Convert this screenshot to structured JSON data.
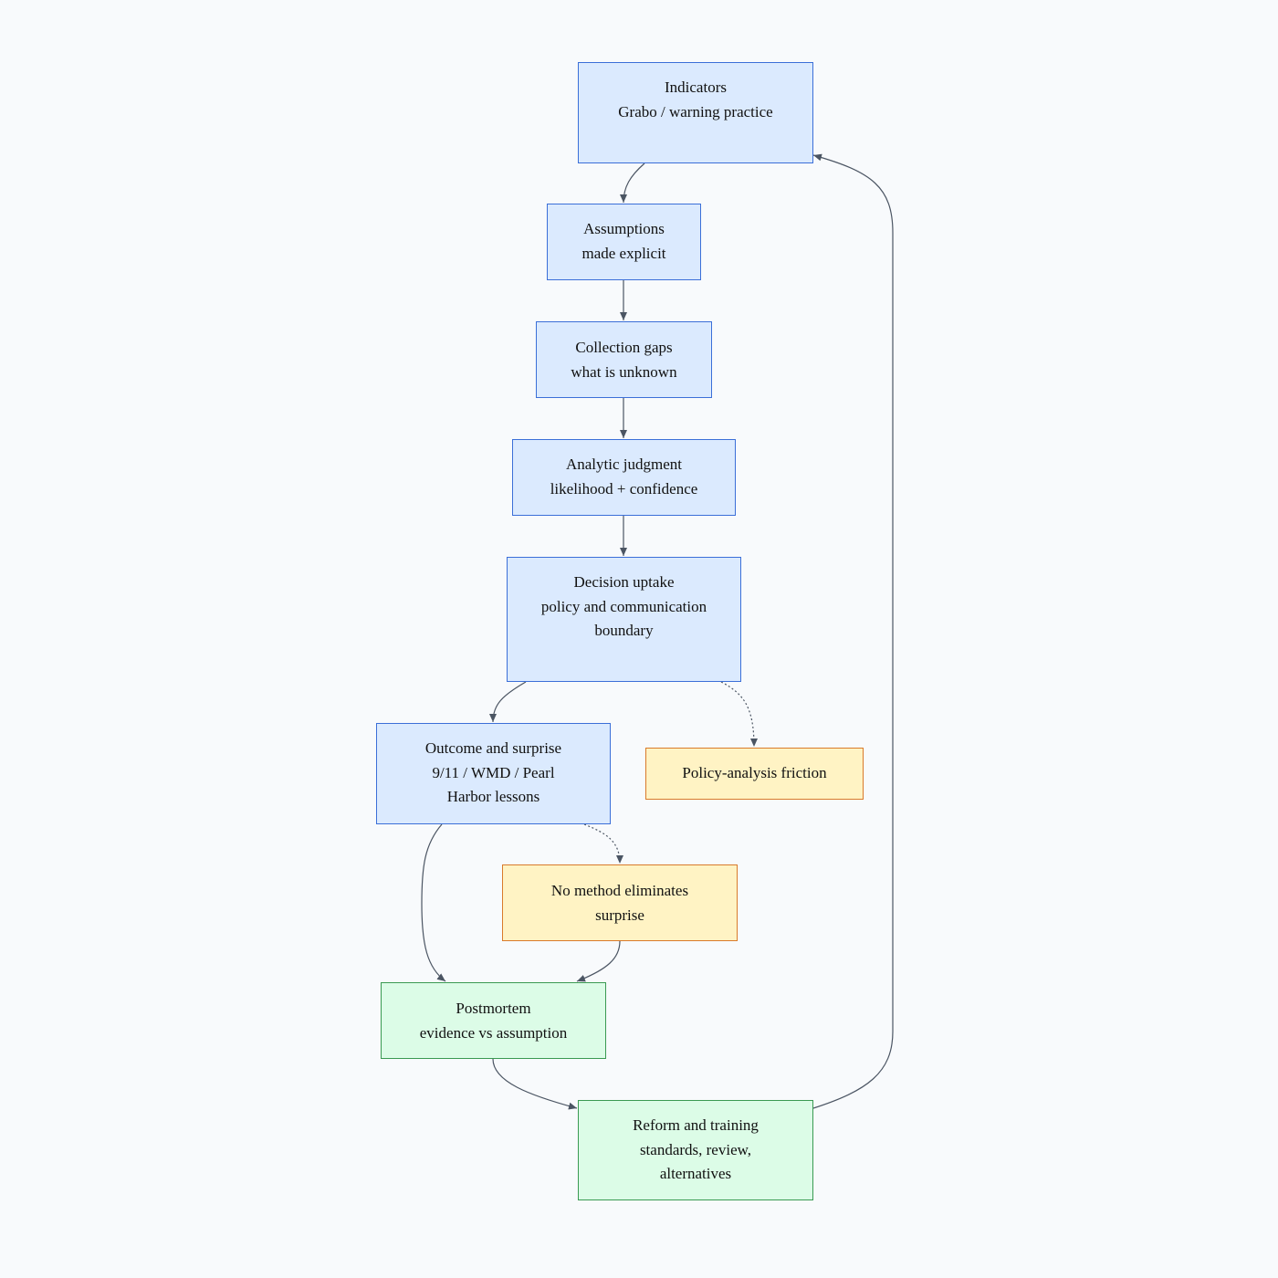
{
  "colors": {
    "blue_fill": "#dbeafe",
    "blue_stroke": "#3b6fd8",
    "orange_fill": "#fff3c4",
    "orange_stroke": "#d97a2a",
    "green_fill": "#dcfce7",
    "green_stroke": "#3a9a52",
    "edge": "#4b5563",
    "background": "#f8fafc"
  },
  "nodes": {
    "indicators": {
      "line1": "Indicators",
      "line2": "Grabo / warning practice"
    },
    "assumptions": {
      "line1": "Assumptions",
      "line2": "made explicit"
    },
    "collection": {
      "line1": "Collection gaps",
      "line2": "what is unknown"
    },
    "analytic": {
      "line1": "Analytic judgment",
      "line2": "likelihood + confidence"
    },
    "decision": {
      "line1": "Decision uptake",
      "line2": "policy and communication",
      "line3": "boundary"
    },
    "outcome": {
      "line1": "Outcome and surprise",
      "line2": "9/11 / WMD / Pearl",
      "line3": "Harbor lessons"
    },
    "friction": {
      "line1": "Policy-analysis friction"
    },
    "nomethod": {
      "line1": "No method eliminates",
      "line2": "surprise"
    },
    "postmortem": {
      "line1": "Postmortem",
      "line2": "evidence vs assumption"
    },
    "reform": {
      "line1": "Reform and training",
      "line2": "standards, review,",
      "line3": "alternatives"
    }
  },
  "edges": [
    {
      "from": "indicators",
      "to": "assumptions",
      "style": "solid"
    },
    {
      "from": "assumptions",
      "to": "collection",
      "style": "solid"
    },
    {
      "from": "collection",
      "to": "analytic",
      "style": "solid"
    },
    {
      "from": "analytic",
      "to": "decision",
      "style": "solid"
    },
    {
      "from": "decision",
      "to": "outcome",
      "style": "solid"
    },
    {
      "from": "decision",
      "to": "friction",
      "style": "dotted"
    },
    {
      "from": "outcome",
      "to": "nomethod",
      "style": "dotted"
    },
    {
      "from": "outcome",
      "to": "postmortem",
      "style": "solid"
    },
    {
      "from": "nomethod",
      "to": "postmortem",
      "style": "solid"
    },
    {
      "from": "postmortem",
      "to": "reform",
      "style": "solid"
    },
    {
      "from": "reform",
      "to": "indicators",
      "style": "solid"
    }
  ]
}
